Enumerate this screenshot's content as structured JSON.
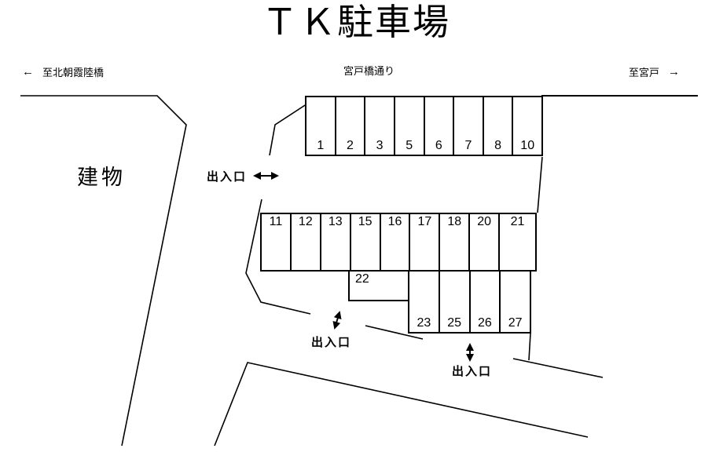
{
  "title": "ＴＫ駐車場",
  "street": {
    "left_arrow": "←",
    "left_label": "至北朝霞陸橋",
    "center_label": "宮戸橋通り",
    "right_label": "至宮戸",
    "right_arrow": "→"
  },
  "building": {
    "label": "建物"
  },
  "entrances": [
    {
      "label": "出入口"
    },
    {
      "label": "出入口"
    },
    {
      "label": "出入口"
    }
  ],
  "stalls": {
    "row1": [
      "1",
      "2",
      "3",
      "5",
      "6",
      "7",
      "8",
      "10"
    ],
    "row2": [
      "11",
      "12",
      "13",
      "15",
      "16",
      "17",
      "18",
      "20",
      "21"
    ],
    "row_single": [
      "22"
    ],
    "row3": [
      "23",
      "25",
      "26",
      "27"
    ]
  },
  "colors": {
    "line": "#000000",
    "background": "#ffffff"
  }
}
